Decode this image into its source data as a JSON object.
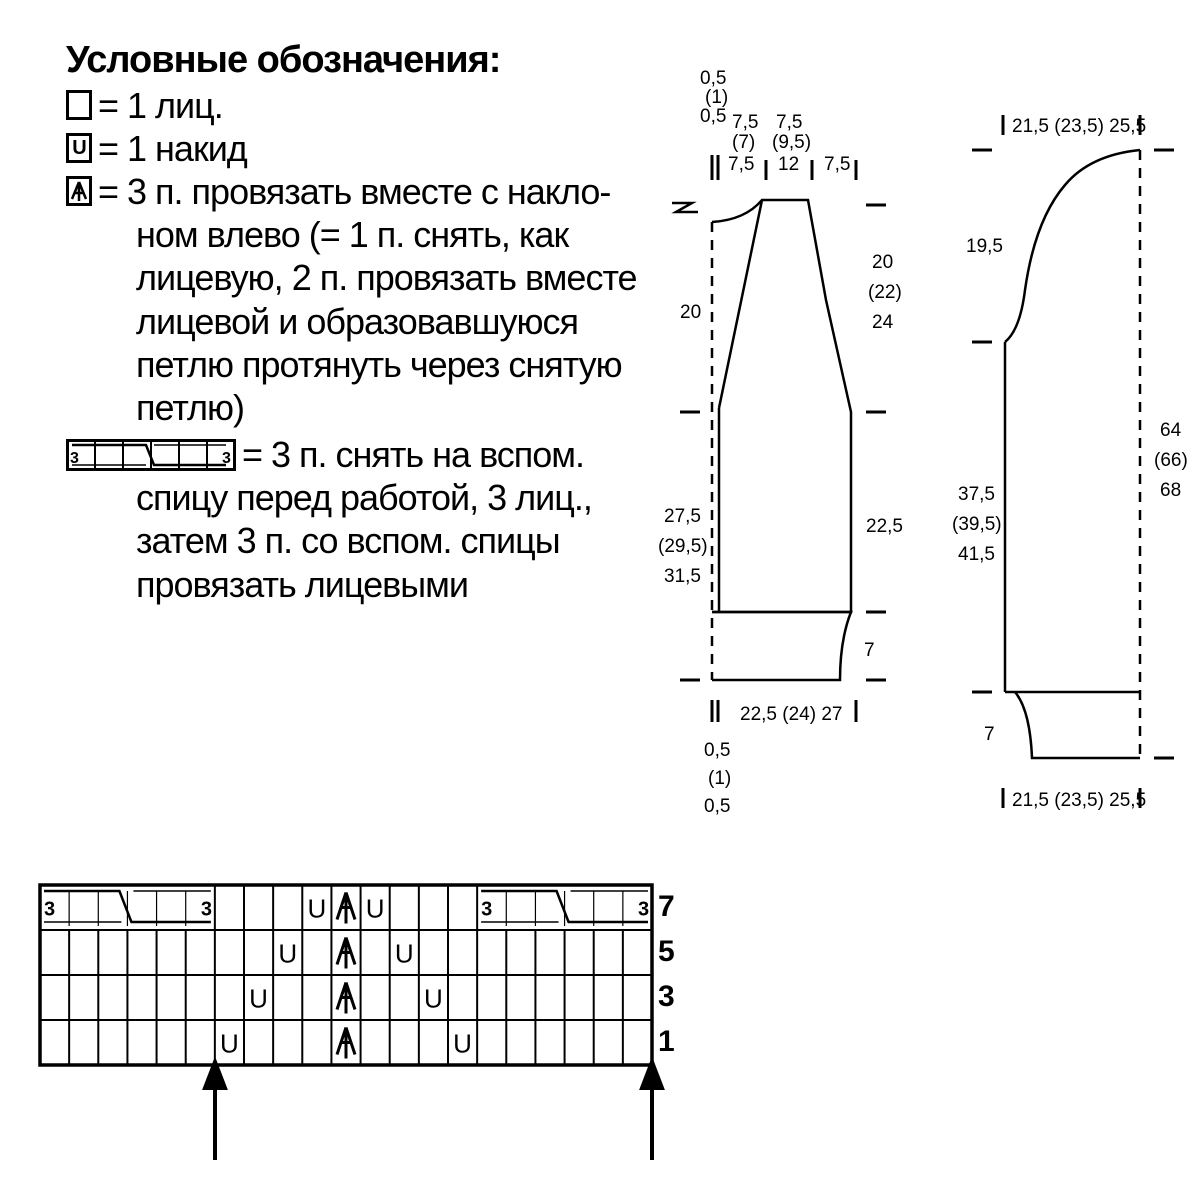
{
  "legend": {
    "title": "Условные обозначения:",
    "items": [
      {
        "symbol": "empty-box",
        "text": "= 1 лиц."
      },
      {
        "symbol": "U",
        "text": "= 1 накид"
      },
      {
        "symbol": "up-arrow",
        "text": "= 3 п. провязать вместе с накло-",
        "cont": "ном влево (= 1 п. снять, как лицевую, 2 п. провязать вместе лицевой и образовавшуюся петлю протянуть через снятую петлю)"
      },
      {
        "symbol": "cable",
        "text": "= 3 п. снять на вспом.",
        "cont": "спицу перед работой, 3 лиц., затем 3 п. со вспом. спицы провязать лицевыми"
      }
    ],
    "cable_num_left": "3",
    "cable_num_right": "3",
    "box_u": "U",
    "box_arrow": "⋀"
  },
  "front": {
    "top_half1": "0,5",
    "top_half2": "(1)",
    "top_half3": "0,5",
    "top_shoulder1": "7,5",
    "top_shoulder2": "(7)",
    "top_shoulder3": "7,5",
    "top_neck1": "7,5",
    "top_neck2": "(9,5)",
    "top_neck3": "12",
    "top_right": "7,5",
    "left_yoke": "20",
    "left_body1": "27,5",
    "left_body2": "(29,5)",
    "left_body3": "31,5",
    "right_armhole1": "20",
    "right_armhole2": "(22)",
    "right_armhole3": "24",
    "right_side": "22,5",
    "right_rib": "7",
    "bottom_width": "22,5 (24) 27",
    "bottom_half1": "0,5",
    "bottom_half2": "(1)",
    "bottom_half3": "0,5",
    "neck_mark": "2"
  },
  "sleeve": {
    "top_width": "21,5 (23,5) 25,5",
    "cap_height": "19,5",
    "length1": "37,5",
    "length2": "(39,5)",
    "length3": "41,5",
    "total1": "64",
    "total2": "(66)",
    "total3": "68",
    "cuff": "7",
    "bottom_width": "21,5 (23,5) 25,5"
  },
  "chart": {
    "row_numbers": [
      "7",
      "5",
      "3",
      "1"
    ],
    "cols": 21,
    "rows": [
      {
        "row": "7",
        "cells": {
          "9": "U",
          "10": "A",
          "11": "U"
        }
      },
      {
        "row": "5",
        "cells": {
          "8": "U",
          "10": "A",
          "12": "U"
        }
      },
      {
        "row": "3",
        "cells": {
          "7": "U",
          "10": "A",
          "13": "U"
        }
      },
      {
        "row": "1",
        "cells": {
          "6": "U",
          "10": "A",
          "14": "U"
        }
      }
    ],
    "cable_num": "3"
  }
}
